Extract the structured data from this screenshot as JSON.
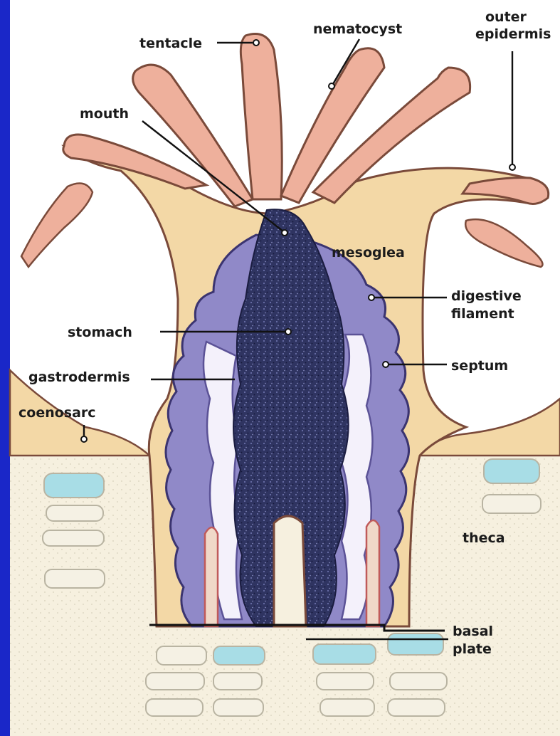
{
  "labels": {
    "tentacle": "tentacle",
    "nematocyst": "nematocyst",
    "outer_epidermis_1": "outer",
    "outer_epidermis_2": "epidermis",
    "mouth": "mouth",
    "mesoglea": "mesoglea",
    "digestive_filament_1": "digestive",
    "digestive_filament_2": "filament",
    "stomach": "stomach",
    "septum": "septum",
    "gastrodermis": "gastrodermis",
    "coenosarc": "coenosarc",
    "theca": "theca",
    "basal_plate_1": "basal",
    "basal_plate_2": "plate"
  },
  "colors": {
    "left_border": "#1a27c8",
    "tissue_tan": "#f3d8a6",
    "tentacle_pink": "#eeb09c",
    "stomach_dark": "#2f3461",
    "gastrodermis_purple": "#8d86c6",
    "skeleton_cream": "#f7f1e0",
    "skeleton_blue": "#a8dde6",
    "outline": "#7a4a3a"
  }
}
